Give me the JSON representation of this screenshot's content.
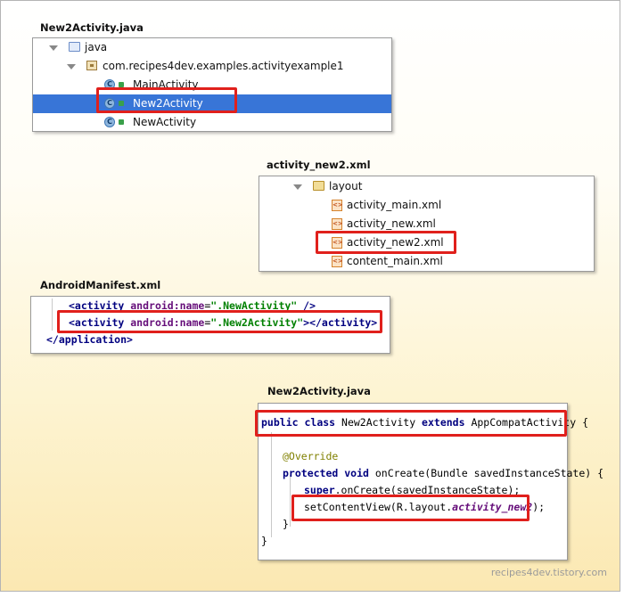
{
  "section1": {
    "title": "New2Activity.java",
    "tree": {
      "root": "java",
      "package": "com.recipes4dev.examples.activityexample1",
      "classes": [
        "MainActivity",
        "New2Activity",
        "NewActivity"
      ]
    }
  },
  "section2": {
    "title": "activity_new2.xml",
    "tree": {
      "folder": "layout",
      "files": [
        "activity_main.xml",
        "activity_new.xml",
        "activity_new2.xml",
        "content_main.xml"
      ]
    }
  },
  "section3": {
    "title": "AndroidManifest.xml",
    "lines": {
      "l1": {
        "open": "<activity",
        "attr": "android:name",
        "eq": "=",
        "val": "\".NewActivity\"",
        "close": " />"
      },
      "l2": {
        "open": "<activity",
        "attr": "android:name",
        "eq": "=",
        "val": "\".New2Activity\"",
        "close": "></activity>"
      },
      "l3": "</application>"
    }
  },
  "section4": {
    "title": "New2Activity.java",
    "code": {
      "kw_public": "public",
      "kw_class": "class",
      "class_name": " New2Activity ",
      "kw_extends": "extends",
      "superclass": " AppCompatActivity {",
      "annotation": "@Override",
      "kw_protected": "protected",
      "kw_void": "void",
      "method_sig": " onCreate(Bundle savedInstanceState) {",
      "kw_super": "super",
      "super_call": ".onCreate(savedInstanceState);",
      "set_content_prefix": "setContentView(R.layout.",
      "layout_field": "activity_new2",
      "set_content_suffix": ");",
      "close_method": "}",
      "close_class": "}"
    }
  },
  "footer": "recipes4dev.tistory.com",
  "colors": {
    "highlight_box": "#e0201c",
    "selection": "#3875d7"
  }
}
